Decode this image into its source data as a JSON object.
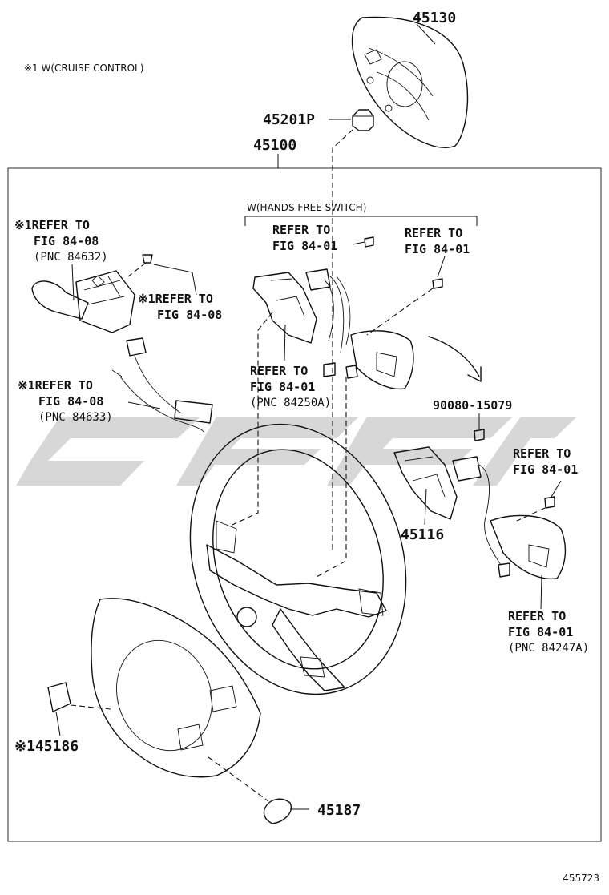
{
  "note": "※1 W(CRUISE CONTROL)",
  "assembly": {
    "label": "45100"
  },
  "bracket": {
    "label": "W(HANDS FREE SWITCH)"
  },
  "parts": [
    {
      "id": "45130",
      "label": "45130"
    },
    {
      "id": "45201P",
      "label": "45201P"
    },
    {
      "id": "90080-15079",
      "label": "90080-15079"
    },
    {
      "id": "45116",
      "label": "45116"
    },
    {
      "id": "45186",
      "label": "※145186"
    },
    {
      "id": "45187",
      "label": "45187"
    }
  ],
  "references": {
    "ref_a": {
      "line1": "※1REFER TO",
      "line2": "FIG 84-08",
      "line3": "(PNC 84632)"
    },
    "ref_b": {
      "line1": "※1REFER TO",
      "line2": "FIG 84-08"
    },
    "ref_c": {
      "line1": "※1REFER TO",
      "line2": "FIG 84-08",
      "line3": "(PNC 84633)"
    },
    "ref_d": {
      "line1": "REFER TO",
      "line2": "FIG 84-01"
    },
    "ref_e": {
      "line1": "REFER TO",
      "line2": "FIG 84-01"
    },
    "ref_f": {
      "line1": "REFER TO",
      "line2": "FIG 84-01",
      "line3": "(PNC 84250A)"
    },
    "ref_g": {
      "line1": "REFER TO",
      "line2": "FIG 84-01"
    },
    "ref_h": {
      "line1": "REFER TO",
      "line2": "FIG 84-01",
      "line3": "(PNC 84247A)"
    }
  },
  "figure_number": "455723"
}
